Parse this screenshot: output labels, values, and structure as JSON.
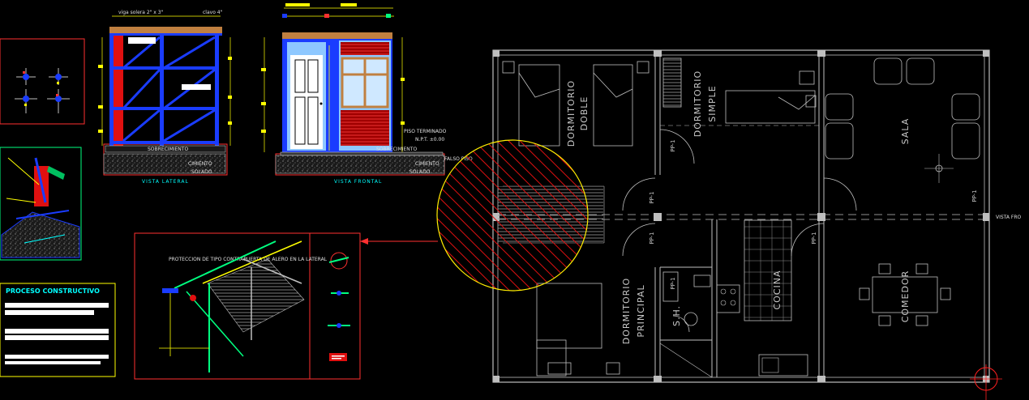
{
  "views": {
    "lateral_title": "VISTA LATERAL",
    "frontal_title": "VISTA FRONTAL",
    "lateral_top_label": "viga solera 2\" x 3\"",
    "lateral_top_right": "clavo 4\"",
    "sobrecimiento": "SOBRECIMIENTO",
    "cimiento": "CIMIENTO",
    "solado": "SOLADO",
    "piso_terminado": "PISO TERMINADO",
    "npt": "N.P.T. ±0.00",
    "falso_piso": "FALSO PISO"
  },
  "process": {
    "title": "PROCESO CONSTRUCTIVO"
  },
  "detail": {
    "note": "PROTECCION DE TIPO CONTRAPUERTA DE ALERO EN LA LATERAL"
  },
  "plan": {
    "rooms": {
      "dormitorio_doble": [
        "DORMITORIO",
        "DOBLE"
      ],
      "dormitorio_simple": [
        "DORMITORIO",
        "SIMPLE"
      ],
      "sala": "SALA",
      "dormitorio_principal": [
        "DORMITORIO",
        "PRINCIPAL"
      ],
      "cocina": "COCINA",
      "comedor": "COMEDOR",
      "sh": "S.H."
    },
    "door_tag": "PP-1",
    "vista_label": "VISTA FRO"
  },
  "colors": {
    "background": "#000000",
    "wall": "#bfbfbf",
    "structure_blue": "#1a3cff",
    "structure_red": "#e01010",
    "dim_yellow": "#ffff00",
    "frame_red": "#ff3030",
    "accent_cyan": "#00ffff",
    "hatch_circle": "#ffee00"
  }
}
